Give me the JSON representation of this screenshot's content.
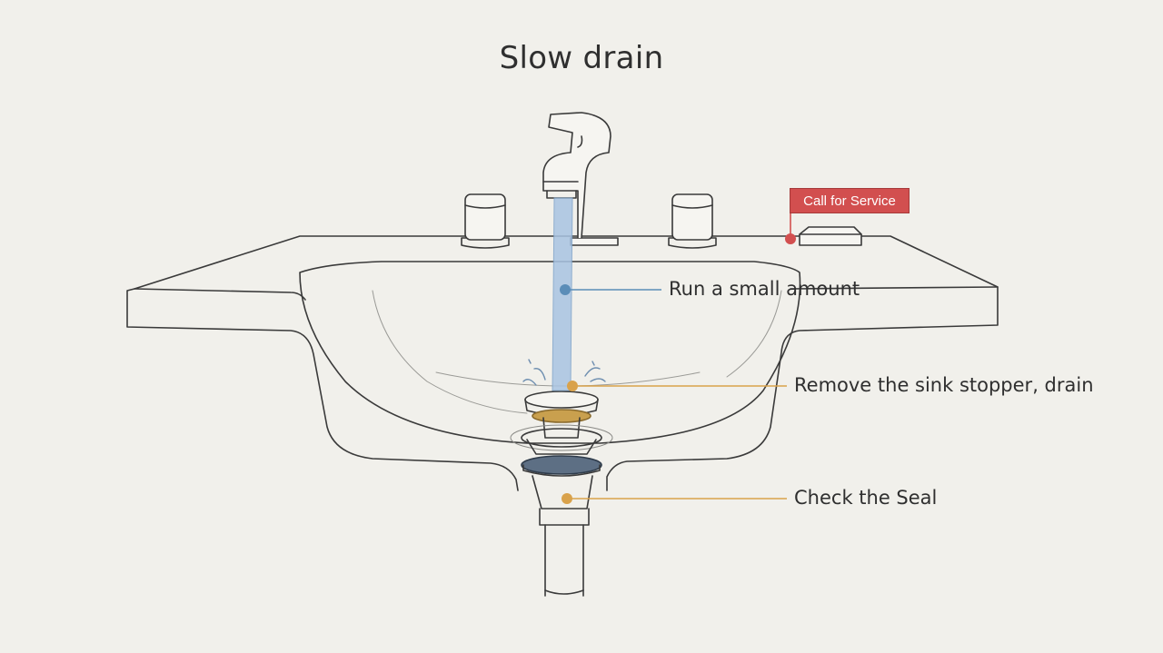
{
  "title": "Slow drain",
  "callouts": {
    "run": {
      "label": "Run a small amount",
      "color": "#5b8db8"
    },
    "remove": {
      "label": "Remove the sink stopper, drain",
      "color": "#d9a24b"
    },
    "seal": {
      "label": "Check the Seal",
      "color": "#d9a24b"
    }
  },
  "service": {
    "label": "Call for Service",
    "color": "#d24f4f"
  },
  "colors": {
    "background": "#f1f0eb",
    "outline": "#3a3a3a",
    "water": "#a9c4e2",
    "stopper_ring": "#c9a04e",
    "seal_ring": "#5d6f84"
  }
}
